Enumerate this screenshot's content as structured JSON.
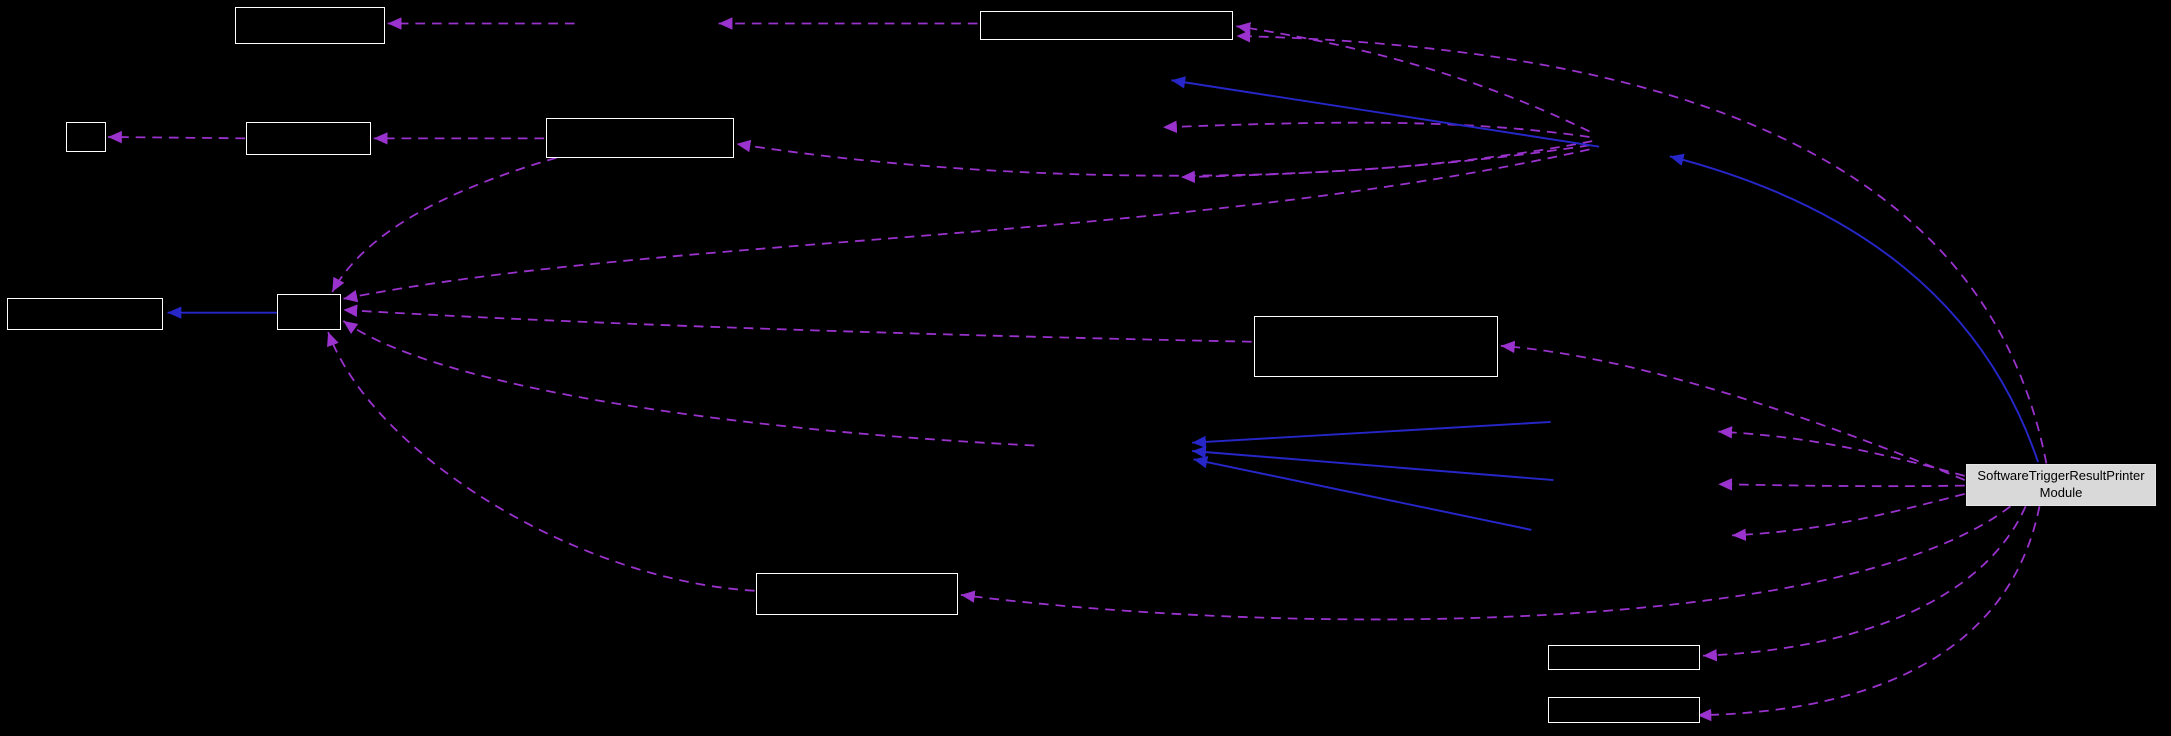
{
  "graph": {
    "type": "collaboration-diagram",
    "highlighted_node": {
      "label": "SoftwareTriggerResultPrinter Module",
      "label_line1": "SoftwareTriggerResultPrinter",
      "label_line2": "Module"
    },
    "unlabeled_node_count": 11,
    "edge_counts": {
      "dashed_usage_edges": 21,
      "solid_inheritance_edges": 6
    }
  },
  "colors": {
    "background": "#000000",
    "node_fill": "#000000",
    "node_border": "#ffffff",
    "highlight_fill": "#d9d9d9",
    "highlight_text": "#000000",
    "dashed_edge": "#9a32cd",
    "solid_edge": "#2626c9"
  }
}
